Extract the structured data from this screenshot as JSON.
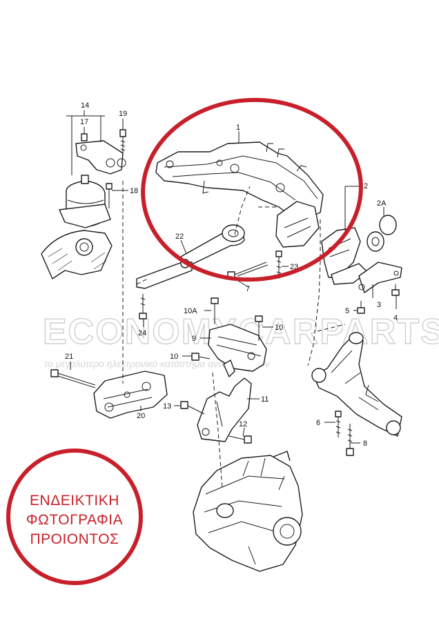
{
  "diagram": {
    "callouts": {
      "c1": "1",
      "c2": "2",
      "c2a": "2A",
      "c3": "3",
      "c4": "4",
      "c5": "5",
      "c6": "6",
      "c7": "7",
      "c8": "8",
      "c9": "9",
      "c10": "10",
      "c10b": "10",
      "c10a": "10A",
      "c11": "11",
      "c12": "12",
      "c13": "13",
      "c14": "14",
      "c17": "17",
      "c18": "18",
      "c19": "19",
      "c20": "20",
      "c21": "21",
      "c22": "22",
      "c23": "23",
      "c24": "24"
    },
    "highlight_color": "#c8202a"
  },
  "watermark": {
    "brand": "ECONOMYCARPARTS.GR",
    "tagline": "το μεγαλύτερο ηλεκτρονικό κατάστημα ανταλλακτικών"
  },
  "stamp": {
    "line1": "ΕΝΔΕΙΚΤΙΚΗ",
    "line2": "ΦΩΤΟΓΡΑΦΙΑ",
    "line3": "ΠΡΟΙΟΝΤΟΣ",
    "color": "#c8202a"
  }
}
